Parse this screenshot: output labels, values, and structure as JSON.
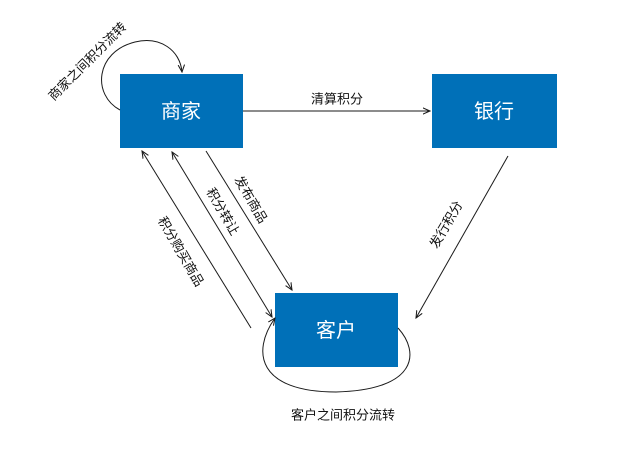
{
  "colors": {
    "node_fill": "#0070b8",
    "node_text": "#ffffff",
    "edge": "#1a1a1a"
  },
  "nodes": {
    "merchant": "商家",
    "bank": "银行",
    "customer": "客户"
  },
  "edges": {
    "merchant_loop": "商家之间积分流转",
    "clearing": "清算积分",
    "publish_goods": "发布商品",
    "points_transfer": "积分转让",
    "buy_goods": "积分购买商品",
    "issue_points": "发行积分",
    "customer_loop": "客户之间积分流转"
  }
}
